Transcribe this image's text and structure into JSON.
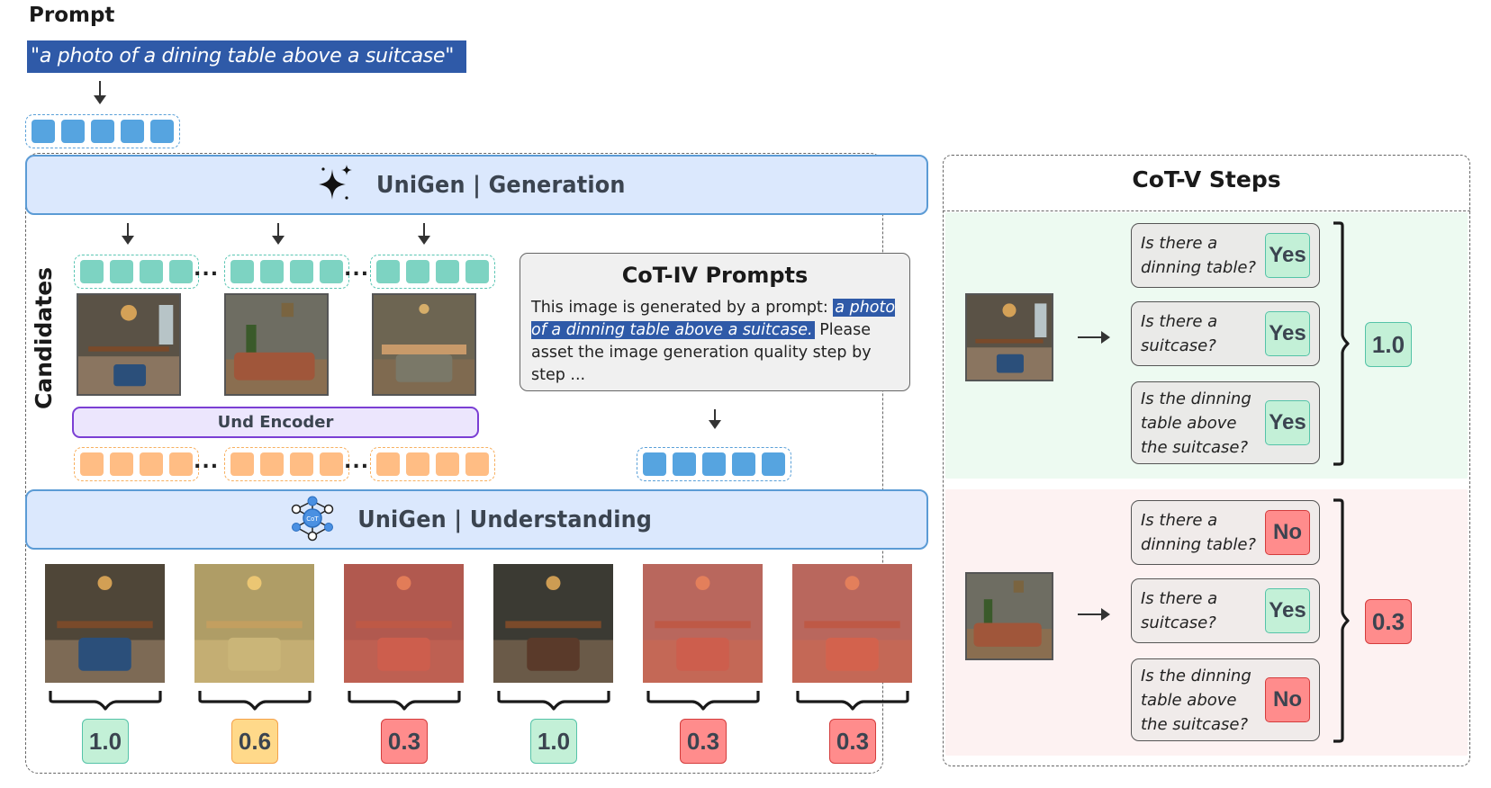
{
  "prompt": {
    "title": "Prompt",
    "text": "\"a photo of a dining table above a suitcase\""
  },
  "generation": {
    "label": "UniGen | Generation",
    "icon": "sparkle-icon"
  },
  "candidates": {
    "label": "Candidates",
    "ellipsis": "...",
    "images": [
      "dining room with blue suitcase under table",
      "room with brown suitcase and plant",
      "dining table with grey suitcase underneath"
    ]
  },
  "encoder": {
    "label": "Und Encoder"
  },
  "cot_iv": {
    "title": "CoT-IV Prompts",
    "body_prefix": "This image is generated by a prompt: ",
    "body_highlight": "a photo of a dinning table above a suitcase.",
    "body_suffix": " Please asset the image generation quality step by step ..."
  },
  "understanding": {
    "label": "UniGen | Understanding",
    "icon": "cot-network-icon",
    "icon_text": "CoT"
  },
  "ranked": [
    {
      "score": "1.0",
      "level": "good"
    },
    {
      "score": "0.6",
      "level": "mid"
    },
    {
      "score": "0.3",
      "level": "bad"
    },
    {
      "score": "1.0",
      "level": "good"
    },
    {
      "score": "0.3",
      "level": "bad"
    },
    {
      "score": "0.3",
      "level": "bad"
    }
  ],
  "cot_v": {
    "title": "CoT-V Steps",
    "cases": [
      {
        "score": "1.0",
        "level": "good",
        "steps": [
          {
            "question": "Is there a dinning table?",
            "answer": "Yes"
          },
          {
            "question": "Is there a suitcase?",
            "answer": "Yes"
          },
          {
            "question": "Is the dinning table above the suitcase?",
            "answer": "Yes"
          }
        ]
      },
      {
        "score": "0.3",
        "level": "bad",
        "steps": [
          {
            "question": "Is there a dinning table?",
            "answer": "No"
          },
          {
            "question": "Is there a suitcase?",
            "answer": "Yes"
          },
          {
            "question": "Is the dinning table above the suitcase?",
            "answer": "No"
          }
        ]
      }
    ]
  },
  "colors": {
    "prompt_highlight": "#2f5aa8",
    "module_fill": "#dbe8fd",
    "module_border": "#5b9bd5",
    "token_blue": "#56a4e0",
    "token_teal": "#7dd3c2",
    "token_orange": "#ffbd84",
    "encoder_border": "#7b3fd4",
    "good": "#c3f0d7",
    "mid": "#ffd98a",
    "bad": "#ff8c8c"
  }
}
